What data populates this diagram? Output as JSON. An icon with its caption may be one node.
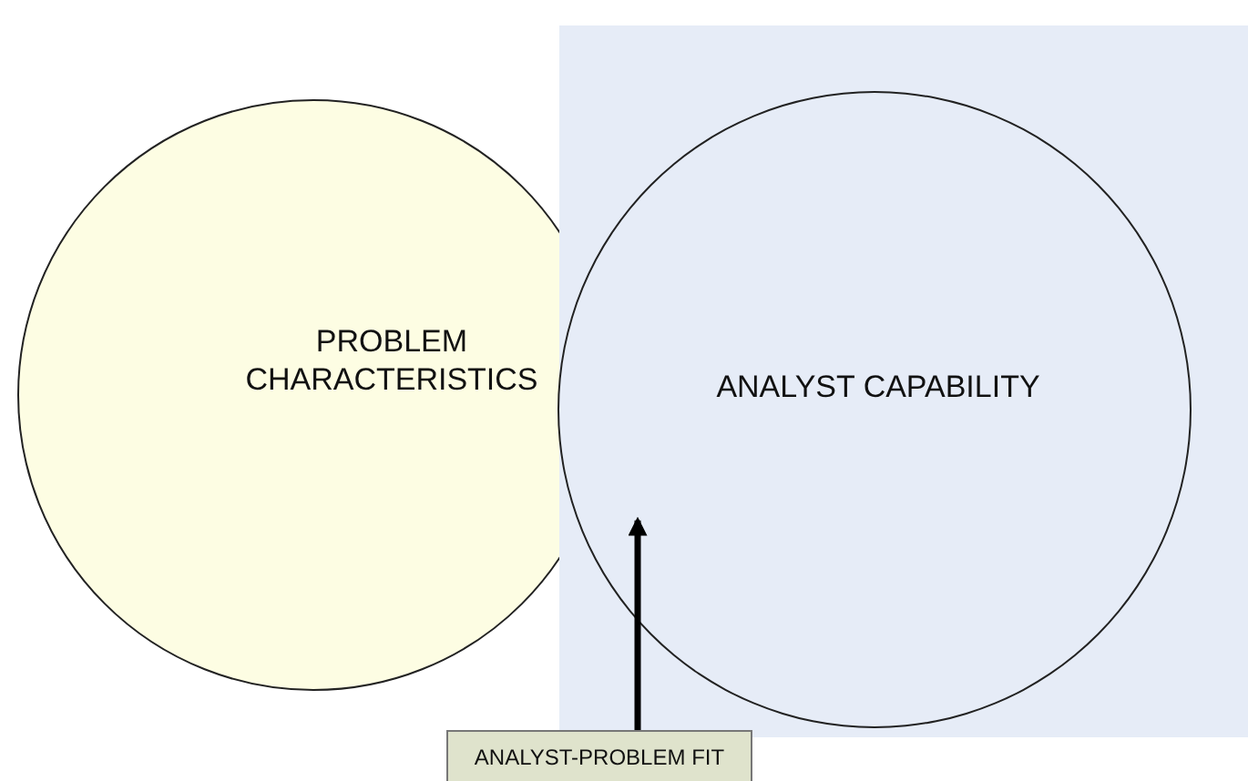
{
  "diagram": {
    "nodes": [
      {
        "text": [
          "PROBLEM CHARACTERISTICS"
        ]
      },
      {
        "text": [
          "ANALYST CAPABILITY"
        ]
      },
      {
        "text": [
          "ANALYST-PROBLEM FIT"
        ]
      }
    ],
    "edges": [
      {
        "from": 2,
        "to": 1,
        "arrow": "to"
      }
    ]
  }
}
